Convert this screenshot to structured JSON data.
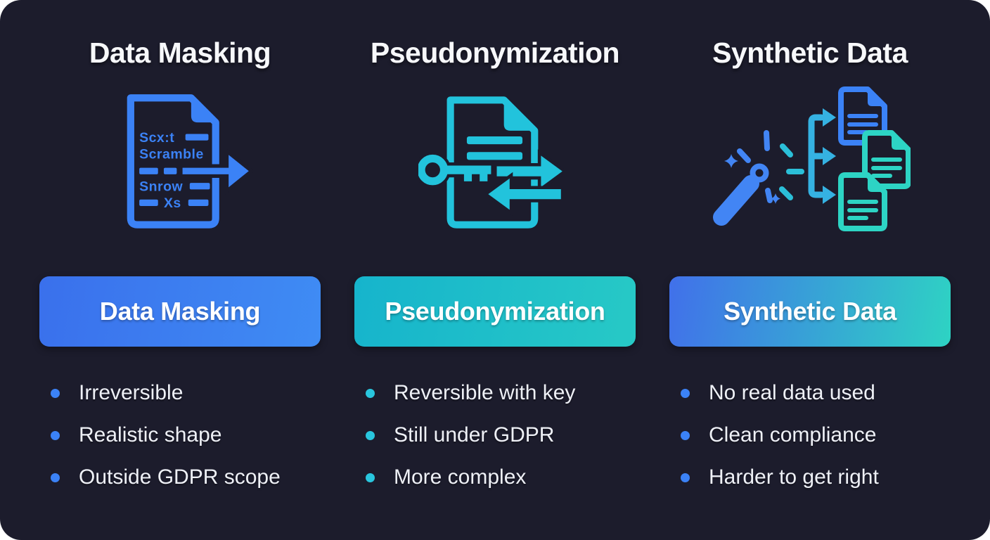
{
  "colors": {
    "page-bg": "#ffffff",
    "card-bg": "#1c1c2c",
    "blue": "#3b82f6",
    "teal": "#22c3dc",
    "teal-green": "#2dd4c4",
    "wand-blue": "#4285f4",
    "branch": "#35b2e2",
    "ray-teal": "#2bbfd8",
    "btn1-from": "#3a70ec",
    "btn1-to": "#3f8cf4",
    "btn2-from": "#16b4cc",
    "btn2-to": "#27c9c6",
    "btn3-from": "#4170ea",
    "btn3-to": "#2ed3c3",
    "bullet-blue": "#3b82f6",
    "bullet-teal": "#29c6de",
    "title-color": "#f7f8fb",
    "text-color": "#eef0f6"
  },
  "columns": [
    {
      "title": "Data Masking",
      "button_label": "Data Masking",
      "icon": "masked-document-arrow-icon",
      "icon_text": {
        "row1": "Scx:t",
        "row2": "Scramble",
        "row3": "Snrow",
        "row4": "Xs"
      },
      "bullets": [
        "Irreversible",
        "Realistic shape",
        "Outside GDPR scope"
      ]
    },
    {
      "title": "Pseudonymization",
      "button_label": "Pseudonymization",
      "icon": "key-document-arrows-icon",
      "bullets": [
        "Reversible with key",
        "Still under GDPR",
        "More complex"
      ]
    },
    {
      "title": "Synthetic Data",
      "button_label": "Synthetic Data",
      "icon": "wand-documents-icon",
      "bullets": [
        "No real data used",
        "Clean compliance",
        "Harder to get right"
      ]
    }
  ]
}
